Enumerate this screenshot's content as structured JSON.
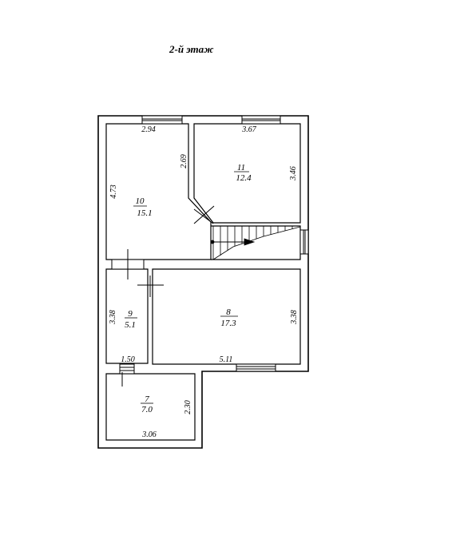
{
  "title": "2-й этаж",
  "rooms": [
    {
      "number": "10",
      "area": "15.1"
    },
    {
      "number": "11",
      "area": "12.4"
    },
    {
      "number": "9",
      "area": "5.1"
    },
    {
      "number": "8",
      "area": "17.3"
    },
    {
      "number": "7",
      "area": "7.0"
    }
  ],
  "dimensions": {
    "r10_top": "2.94",
    "r10_left": "4.73",
    "r10_diag": "2.69",
    "r11_top": "3.67",
    "r11_right": "3.46",
    "r9_left": "3.38",
    "r9_bottom": "1.50",
    "r8_right": "3.38",
    "r8_bottom": "5.11",
    "r7_right": "2.30",
    "r7_bottom": "3.06"
  }
}
